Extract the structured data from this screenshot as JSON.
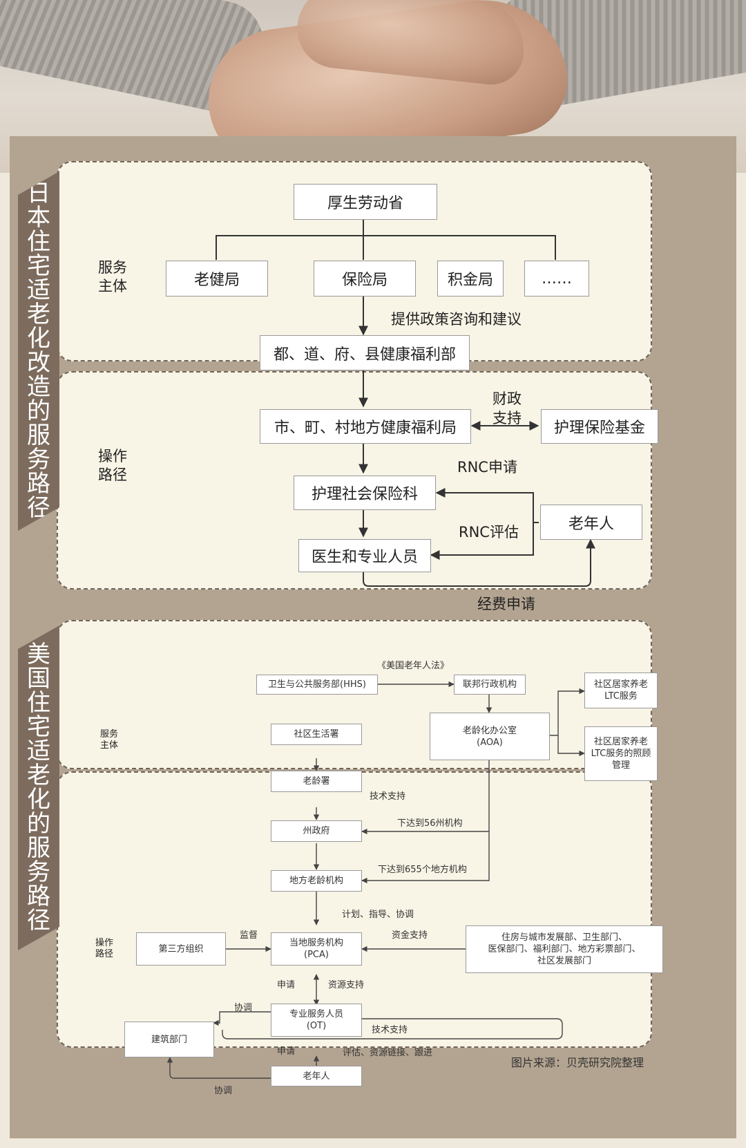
{
  "japan": {
    "title": "日本住宅适老化改造的服务路径",
    "section_service": "服务\n主体",
    "section_path": "操作\n路径",
    "nodes": {
      "mhlw": "厚生劳动省",
      "health_bureau": "老健局",
      "insurance_bureau": "保险局",
      "pension_bureau": "积金局",
      "etc": "……",
      "prefecture": "都、道、府、县健康福利部",
      "municipal": "市、町、村地方健康福利局",
      "fund": "护理保险基金",
      "insurance_section": "护理社会保险科",
      "elderly": "老年人",
      "doctors": "医生和专业人员"
    },
    "edges": {
      "policy": "提供政策咨询和建议",
      "fiscal": "财政\n支持",
      "rnc_apply": "RNC申请",
      "rnc_eval": "RNC评估",
      "expense": "经费申请"
    }
  },
  "usa": {
    "title": "美国住宅适老化的服务路径",
    "section_service": "服务\n主体",
    "section_path": "操作\n路径",
    "nodes": {
      "hhs": "卫生与公共服务部(HHS)",
      "federal": "联邦行政机构",
      "community_ltc": "社区居家养老\nLTC服务",
      "aoa": "老龄化办公室\n(AOA)",
      "community_life": "社区生活署",
      "ltc_care": "社区居家养老\nLTC服务的照顾\n管理",
      "aging_office": "老龄署",
      "state": "州政府",
      "local_aging": "地方老龄机构",
      "third_party": "第三方组织",
      "pca": "当地服务机构\n(PCA)",
      "departments": "住房与城市发展部、卫生部门、\n医保部门、福利部门、地方彩票部门、\n社区发展部门",
      "ot": "专业服务人员\n(OT)",
      "construction": "建筑部门",
      "elderly": "老年人"
    },
    "edges": {
      "act": "《美国老年人法》",
      "tech_support": "技术支持",
      "to_56": "下达到56州机构",
      "to_655": "下达到655个地方机构",
      "plan": "计划、指导、协调",
      "supervise": "监督",
      "fund_support": "资金支持",
      "apply1": "申请",
      "resource": "资源支持",
      "coordinate1": "协调",
      "tech_support2": "技术支持",
      "apply2": "申请",
      "evaluate": "评估、资源链接、跟进",
      "coordinate2": "协调"
    }
  },
  "source": "图片来源：贝壳研究院整理"
}
